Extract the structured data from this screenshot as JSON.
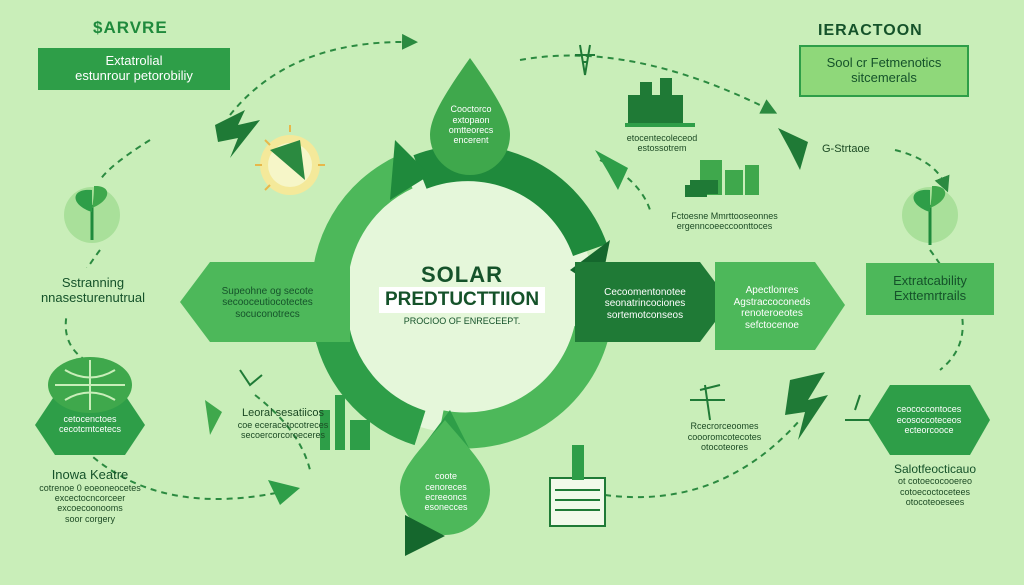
{
  "colors": {
    "background": "#c9eeb9",
    "primary": "#2e9e48",
    "dark": "#15672d",
    "light": "#8fd87a",
    "text": "#1c4a24"
  },
  "top_left": {
    "title": "$ARVRE",
    "line1": "Extatrolial",
    "line2": "estunrour petorobiliy"
  },
  "top_right": {
    "title": "IERACTOON",
    "line1": "Sool cr Fetmenotics",
    "line2": "sitcemerals"
  },
  "top_drop": {
    "line1": "Cooctorco",
    "line2": "extopaon",
    "line3": "omtteorecs",
    "line4": "encerent"
  },
  "center": {
    "title_line1": "SOLAR",
    "title_line2": "PREDTUCTTIION",
    "subtitle": "PROCIOO OF ENRECEEPT."
  },
  "left_mid": {
    "line1": "Sstranning",
    "line2": "nnasesturenutrual"
  },
  "left_arrow": {
    "line1": "Supeohne og  secote",
    "line2": "secooceutiocotectes",
    "line3": "socuconotrecs"
  },
  "right_inner_arrow": {
    "line1": "Cecoomentonotee",
    "line2": "seonatrincociones",
    "line3": "sortemotconseos"
  },
  "right_outer_arrow": {
    "line1": "Apectlonres",
    "line2": "Agstraccoconeds",
    "line3": "renoteroeotes",
    "line4": "sefctocenoe"
  },
  "right_mid": {
    "line1": "Extratcability",
    "line2": "Exttemrtrails"
  },
  "right_label": "G-Strtaoe",
  "top_center_text": {
    "line1": "etocentecoleceod",
    "line2": "estossotrem"
  },
  "center_right_text": {
    "line1": "Fctoesne Mmrttooseonnes",
    "line2": "ergenncoeeccoonttoces"
  },
  "left_hex": {
    "line1": "cetocenctoes",
    "line2": "cecotcmtcetecs"
  },
  "left_bottom": {
    "title": "Inowa Keatre",
    "line1": "cotrenoe 0 eoeoneocetes",
    "line2": "excectocncorceer",
    "line3": "excoecoonooms",
    "line4": "soor corgery"
  },
  "center_bottom_text": {
    "line1": "Leoral sesatiicos",
    "line2": "coe eceracetocotreces",
    "line3": "secoercorcoroeceres"
  },
  "bottom_drop": {
    "line1": "coote",
    "line2": "cenoreces",
    "line3": "ecreeoncs",
    "line4": "esonecces"
  },
  "bottom_right_text": {
    "line1": "Rcecrorceoomes",
    "line2": "coooromcotecotes",
    "line3": "otocoteores"
  },
  "right_hex": {
    "line1": "ceococcontoces",
    "line2": "ecosoccoteceos",
    "line3": "ecteorcooce"
  },
  "right_bottom": {
    "title": "Salotfeocticauo",
    "line1": "ot cotoecocooereo",
    "line2": "cotoecoctocetees",
    "line3": "otocoteoesees"
  }
}
